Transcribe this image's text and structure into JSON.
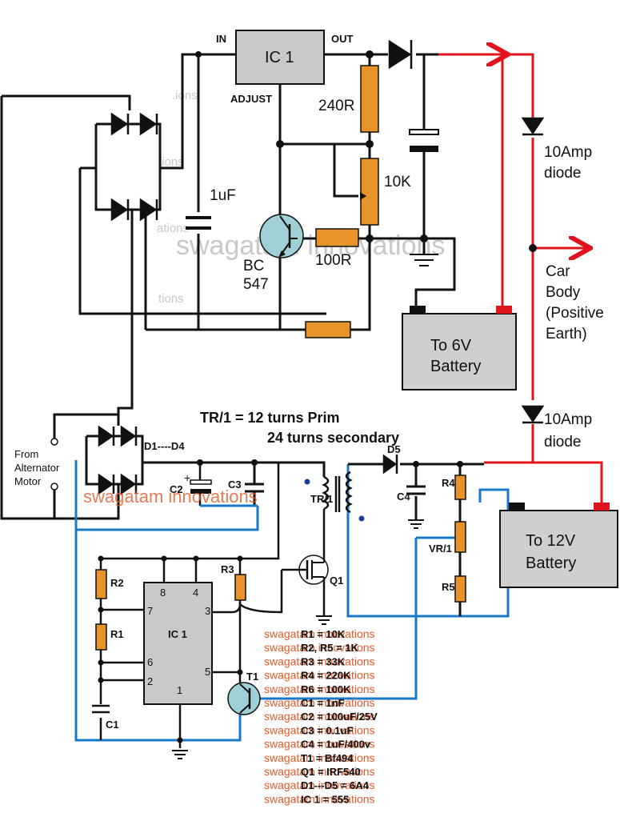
{
  "colors": {
    "wire": "#111111",
    "positive_wire": "#e0141c",
    "signal_wire": "#1a78c8",
    "resistor": "#e8922a",
    "ic_body": "#c9c9c9",
    "battery_body": "#cfcfcf",
    "transistor": "#9fd0d6",
    "watermark": "#e25a28"
  },
  "upper_circuit": {
    "ic_label": "IC 1",
    "in_label": "IN",
    "out_label": "OUT",
    "adjust_label": "ADJUST",
    "r_top": "240R",
    "pot": "10K",
    "cap": "1uF",
    "r_base": "100R",
    "transistor_line1": "BC",
    "transistor_line2": "547",
    "battery_line1": "To 6V",
    "battery_line2": "Battery"
  },
  "right_side": {
    "diode_top_line1": "10Amp",
    "diode_top_line2": "diode",
    "car_line1": "Car",
    "car_line2": "Body",
    "car_line3": "(Positive",
    "car_line4": "Earth)",
    "diode_bot_line1": "10Amp",
    "diode_bot_line2": "diode"
  },
  "lower_circuit": {
    "tr_line1": "TR/1 = 12 turns Prim",
    "tr_line2": "24 turns secondary",
    "alt_line1": "From",
    "alt_line2": "Alternator",
    "alt_line3": "Motor",
    "bridge": "D1----D4",
    "c2": "C2",
    "c3": "C3",
    "tr": "TR/1",
    "d5": "D5",
    "c4": "C4",
    "r4": "R4",
    "vr1": "VR/1",
    "r5": "R5",
    "q1": "Q1",
    "r3": "R3",
    "r2": "R2",
    "r1": "R1",
    "c1": "C1",
    "t1": "T1",
    "ic": "IC 1",
    "pin8": "8",
    "pin4": "4",
    "pin7": "7",
    "pin3": "3",
    "pin6": "6",
    "pin5": "5",
    "pin2": "2",
    "pin1": "1",
    "battery_line1": "To 12V",
    "battery_line2": "Battery"
  },
  "bom": [
    "R1 = 10K",
    "R2, R5 = 1K",
    "R3 = 33K",
    "R4 = 220K",
    "R6 = 100K",
    "C1 = 1nF",
    "C2 = 100uF/25V",
    "C3 = 0.1uF",
    "C4 = 1uF/400v",
    "T1 = Bf494",
    "Q1 = IRF540",
    "D1---D5 = 6A4",
    "IC 1 = 555"
  ],
  "watermarks": {
    "swag_overlay": "swagatam innovations",
    "swag_short": "swagatam innovations",
    "gray_upper": "swagatam innovations",
    "gray_frag1": ".ions",
    "gray_frag2": "tions",
    "gray_frag3": "ations"
  }
}
